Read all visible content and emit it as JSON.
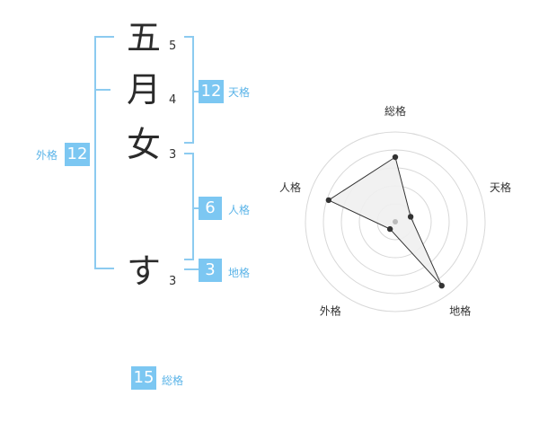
{
  "name_chars": [
    {
      "char": "五",
      "strokes": "5"
    },
    {
      "char": "月",
      "strokes": "4"
    },
    {
      "char": "女",
      "strokes": "3"
    },
    {
      "char": "す",
      "strokes": "3"
    }
  ],
  "fortunes": {
    "tenkaku": {
      "value": "12",
      "label": "天格"
    },
    "jinkaku": {
      "value": "6",
      "label": "人格"
    },
    "chikaku": {
      "value": "3",
      "label": "地格"
    },
    "gaikaku": {
      "value": "12",
      "label": "外格"
    },
    "soukaku": {
      "value": "15",
      "label": "総格"
    }
  },
  "colors": {
    "accent": "#7cc7f2",
    "line": "#8ccbf0",
    "radar_fill": "#f0f0f0"
  },
  "chart_data": {
    "type": "radar",
    "axes": [
      "総格",
      "天格",
      "地格",
      "外格",
      "人格"
    ],
    "rings": 5,
    "values": [
      3.6,
      0.9,
      4.4,
      0.5,
      3.9
    ],
    "max": 5
  }
}
